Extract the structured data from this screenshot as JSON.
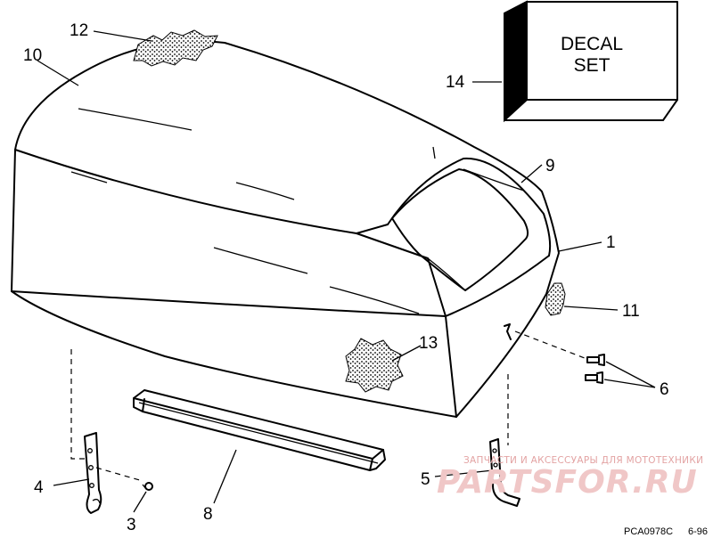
{
  "callouts": {
    "c1": "1",
    "c3": "3",
    "c4": "4",
    "c5": "5",
    "c6": "6",
    "c8": "8",
    "c9": "9",
    "c10": "10",
    "c11": "11",
    "c12": "12",
    "c13": "13",
    "c14": "14"
  },
  "decal_box": {
    "line1": "DECAL",
    "line2": "SET"
  },
  "footer": {
    "code": "PCA0978C",
    "date": "6-96"
  },
  "watermark": {
    "tagline": "ЗАПЧАСТИ И АКСЕССУАРЫ ДЛЯ МОТОТЕХНИКИ",
    "brand": "PARTSFOR.RU"
  },
  "colors": {
    "line": "#000000",
    "background": "#ffffff",
    "watermark": "#e8b4b4"
  }
}
